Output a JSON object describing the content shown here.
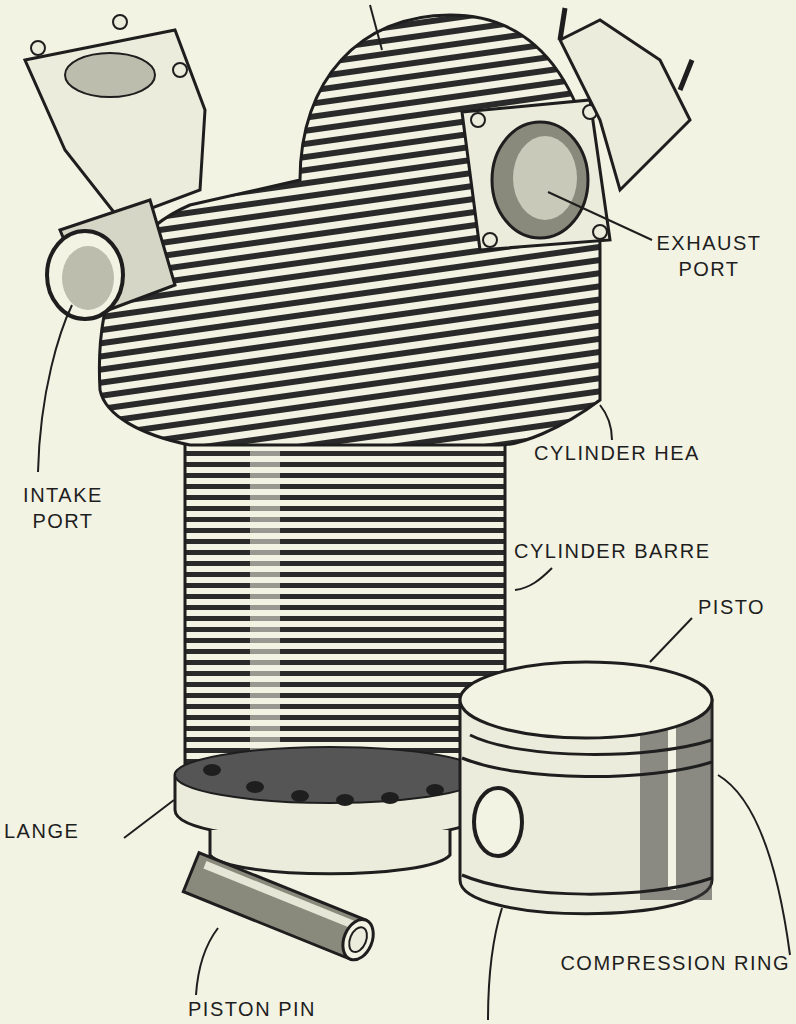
{
  "diagram": {
    "labels": [
      "EXHAUST PORT",
      "CYLINDER HEA",
      "INTAKE PORT",
      "CYLINDER BARRE",
      "PISTO",
      "LANGE",
      "PISTON PIN",
      "COMPRESSION RING"
    ]
  }
}
